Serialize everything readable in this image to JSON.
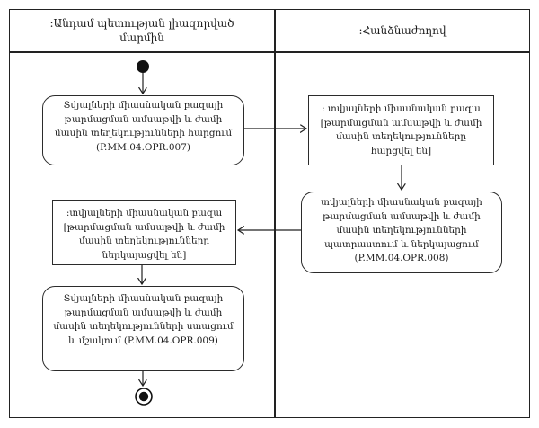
{
  "diagram": {
    "type": "uml-activity-swimlane",
    "colors": {
      "line": "#222222",
      "background": "#ffffff"
    },
    "lanes": [
      {
        "id": "member-state-authorized-body",
        "title": ":Անդամ պետության լիազորված մարմին"
      },
      {
        "id": "commission",
        "title": ":Հանձնաժողով"
      }
    ],
    "nodes": {
      "left_activity_1": {
        "shape": "activity",
        "text": "Տվյալների միասնական բազայի թարմացման ամսաթվի և ժամի մասին տեղեկությունների հարցում (P.MM.04.OPR.007)"
      },
      "right_object_1": {
        "shape": "object",
        "text": ": տվյալների միասնական բազա [թարմացման ամսաթվի և ժամի մասին տեղեկությունները հարցվել են]"
      },
      "right_activity_1": {
        "shape": "activity",
        "text": "տվյալների միասնական բազայի թարմացման ամսաթվի և ժամի մասին տեղեկությունների պատրաստում և ներկայացում (P.MM.04.OPR.008)"
      },
      "left_object_1": {
        "shape": "object",
        "text": ":տվյալների միասնական բազա [թարմացման ամսաթվի և ժամի մասին տեղեկությունները ներկայացվել են]"
      },
      "left_activity_2": {
        "shape": "activity",
        "text": "Տվյալների միասնական բազայի թարմացման ամսաթվի և ժամի մասին տեղեկությունների ստացում և մշակում (P.MM.04.OPR.009)"
      }
    },
    "edges": [
      {
        "from": "start",
        "to": "left_activity_1"
      },
      {
        "from": "left_activity_1",
        "to": "right_object_1"
      },
      {
        "from": "right_object_1",
        "to": "right_activity_1"
      },
      {
        "from": "right_activity_1",
        "to": "left_object_1"
      },
      {
        "from": "left_object_1",
        "to": "left_activity_2"
      },
      {
        "from": "left_activity_2",
        "to": "end"
      }
    ]
  }
}
